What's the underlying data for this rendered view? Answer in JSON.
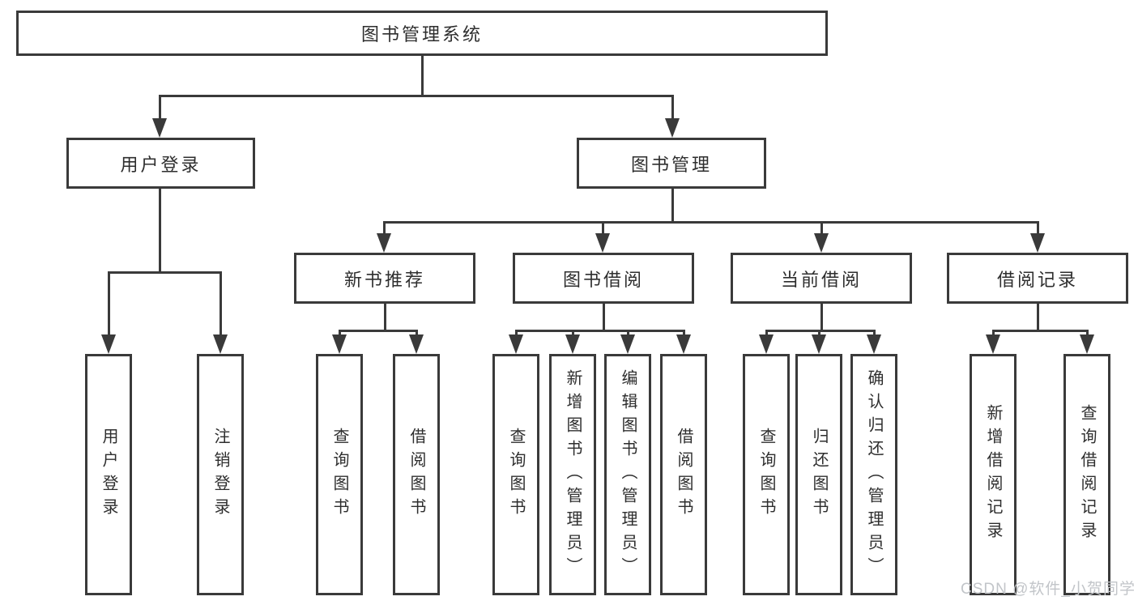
{
  "diagram": {
    "title": "图书管理系统",
    "root": {
      "label": "图书管理系统"
    },
    "level2": [
      {
        "label": "用户登录"
      },
      {
        "label": "图书管理"
      }
    ],
    "level3": [
      {
        "label": "新书推荐"
      },
      {
        "label": "图书借阅"
      },
      {
        "label": "当前借阅"
      },
      {
        "label": "借阅记录"
      }
    ],
    "leaves": [
      {
        "label": "用户登录",
        "parent": "用户登录"
      },
      {
        "label": "注销登录",
        "parent": "用户登录"
      },
      {
        "label": "查询图书",
        "parent": "新书推荐"
      },
      {
        "label": "借阅图书",
        "parent": "新书推荐"
      },
      {
        "label": "查询图书",
        "parent": "图书借阅"
      },
      {
        "label": "新增图书（管理员）",
        "parent": "图书借阅"
      },
      {
        "label": "编辑图书（管理员）",
        "parent": "图书借阅"
      },
      {
        "label": "借阅图书",
        "parent": "图书借阅"
      },
      {
        "label": "查询图书",
        "parent": "当前借阅"
      },
      {
        "label": "归还图书",
        "parent": "当前借阅"
      },
      {
        "label": "确认归还（管理员）",
        "parent": "当前借阅"
      },
      {
        "label": "新增借阅记录",
        "parent": "借阅记录"
      },
      {
        "label": "查询借阅记录",
        "parent": "借阅记录"
      }
    ],
    "watermark": "CSDN @软件_小贺同学",
    "colors": {
      "line": "#3a3a3a",
      "box_border": "#3a3a3a",
      "text": "#2e2e2e",
      "watermark": "#c2c5c9",
      "background": "#ffffff"
    }
  }
}
